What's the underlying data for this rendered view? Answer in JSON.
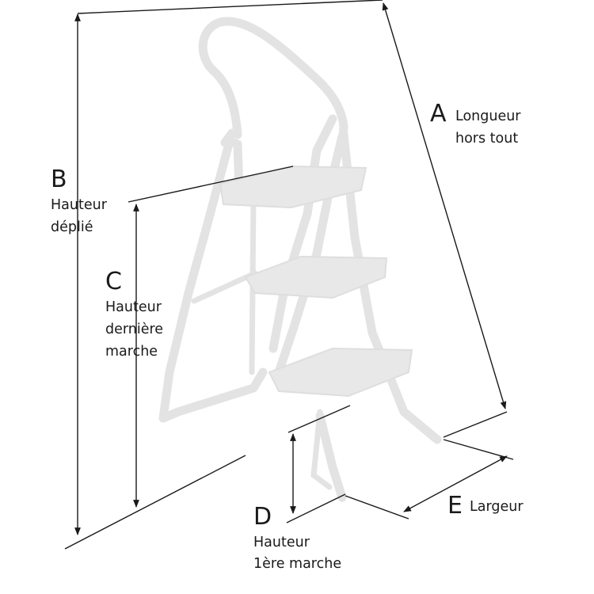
{
  "colors": {
    "ladder": "#e3e3e3",
    "lines": "#1a1a1a",
    "background": "#ffffff"
  },
  "dimensions": [
    {
      "letter": "A",
      "lines": [
        "Longueur",
        "hors tout"
      ]
    },
    {
      "letter": "B",
      "lines": [
        "Hauteur",
        "déplié"
      ]
    },
    {
      "letter": "C",
      "lines": [
        "Hauteur",
        "dernière",
        "marche"
      ]
    },
    {
      "letter": "D",
      "lines": [
        "Hauteur",
        "1ère marche"
      ]
    },
    {
      "letter": "E",
      "lines": [
        "Largeur"
      ]
    }
  ]
}
